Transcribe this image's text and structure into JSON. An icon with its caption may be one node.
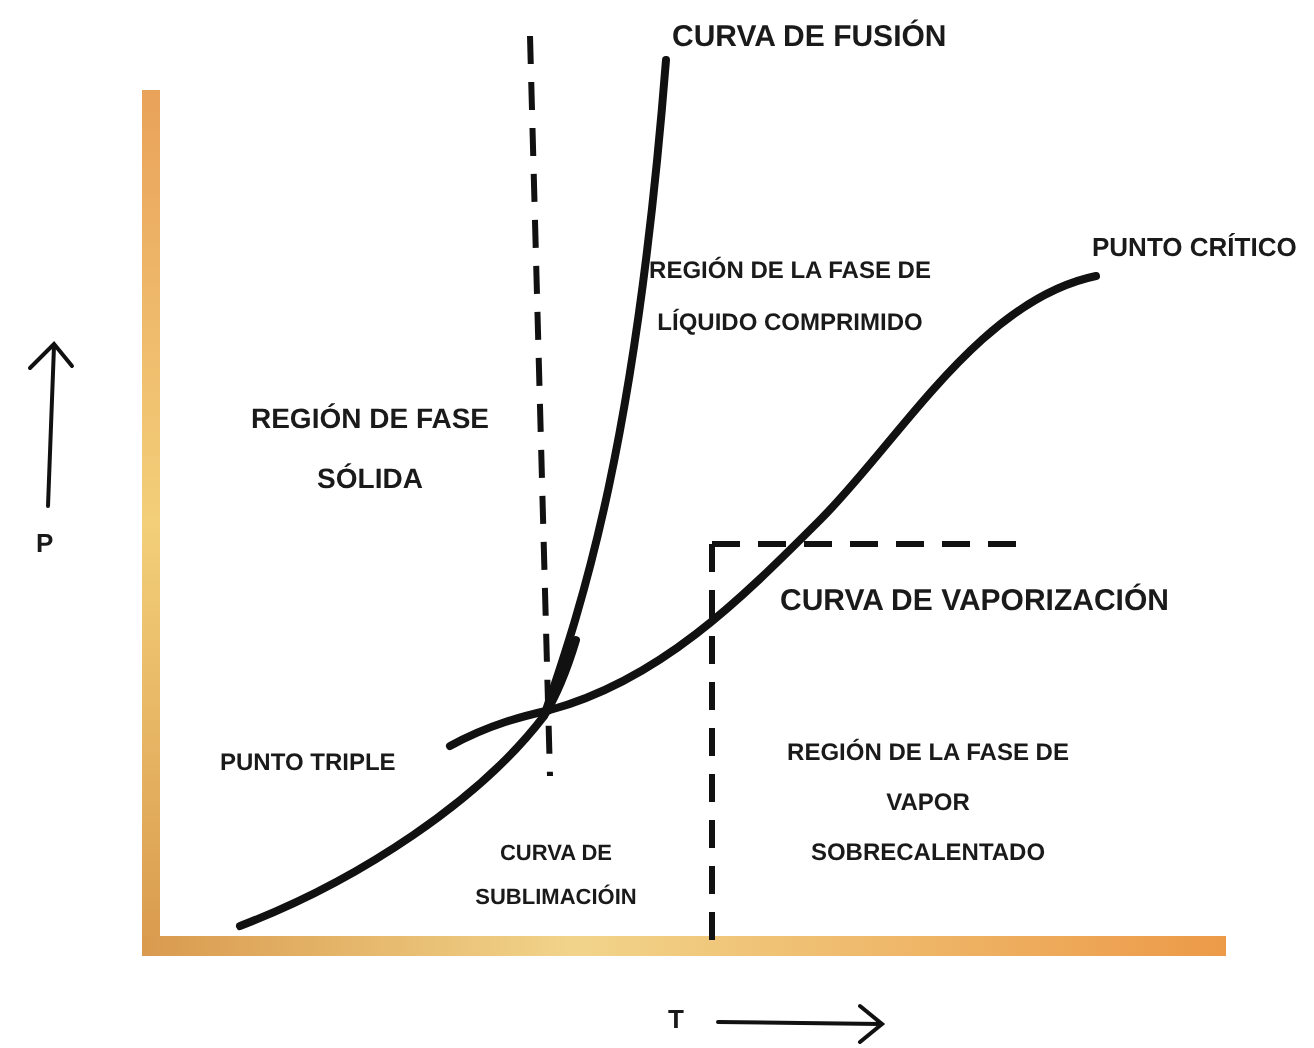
{
  "diagram": {
    "labels": [
      "CURVA DE FUSIÓN",
      "PUNTO CRÍTICO",
      "REGIÓN DE LA FASE DE LÍQUIDO COMPRIMIDO",
      "REGIÓN DE FASE SÓLIDA",
      "P",
      "CURVA DE VAPORIZACIÓN",
      "PUNTO TRIPLE",
      "REGIÓN DE LA FASE DE VAPOR SOBRECALENTADO",
      "CURVA DE SUBLIMACIÓIN",
      "T"
    ]
  }
}
